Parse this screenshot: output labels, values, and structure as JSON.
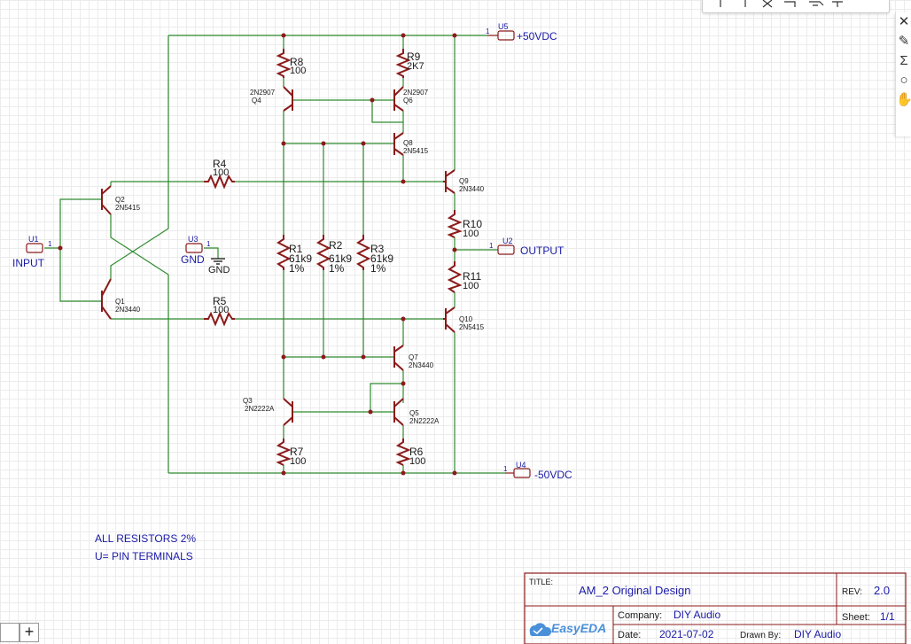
{
  "toolbar": {
    "icons": [
      "pointer-tool-icon",
      "wire-tool-icon",
      "x-tool-icon",
      "bus-tool-icon",
      "netlabel-tool-icon"
    ]
  },
  "side_tools": {
    "icons": [
      {
        "name": "close-tool-icon",
        "glyph": "✕"
      },
      {
        "name": "pen-tool-icon",
        "glyph": "✎"
      },
      {
        "name": "sigma-tool-icon",
        "glyph": "Σ"
      },
      {
        "name": "circle-tool-icon",
        "glyph": "○"
      },
      {
        "name": "hand-tool-icon",
        "glyph": "✋"
      }
    ]
  },
  "ports": {
    "u5": {
      "ref": "U5",
      "pin": "1",
      "net": "+50VDC"
    },
    "u4": {
      "ref": "U4",
      "pin": "1",
      "net": "-50VDC"
    },
    "u1": {
      "ref": "U1",
      "pin": "1",
      "net": "INPUT"
    },
    "u2": {
      "ref": "U2",
      "pin": "1",
      "net": "OUTPUT"
    },
    "u3": {
      "ref": "U3",
      "pin": "1",
      "net": "GND",
      "gnd": "GND"
    }
  },
  "resistors": {
    "r8": {
      "ref": "R8",
      "value": "100"
    },
    "r9": {
      "ref": "R9",
      "value": "2K7"
    },
    "r4": {
      "ref": "R4",
      "value": "100"
    },
    "r5": {
      "ref": "R5",
      "value": "100"
    },
    "r1": {
      "ref": "R1",
      "value": "61k9",
      "tol": "1%"
    },
    "r2": {
      "ref": "R2",
      "value": "61k9",
      "tol": "1%"
    },
    "r3": {
      "ref": "R3",
      "value": "61k9",
      "tol": "1%"
    },
    "r10": {
      "ref": "R10",
      "value": "100"
    },
    "r11": {
      "ref": "R11",
      "value": "100"
    },
    "r7": {
      "ref": "R7",
      "value": "100"
    },
    "r6": {
      "ref": "R6",
      "value": "100"
    }
  },
  "transistors": {
    "q4": {
      "ref": "Q4",
      "part": "2N2907"
    },
    "q6": {
      "ref": "Q6",
      "part": "2N2907"
    },
    "q8": {
      "ref": "Q8",
      "part": "2N5415"
    },
    "q9": {
      "ref": "Q9",
      "part": "2N3440"
    },
    "q2": {
      "ref": "Q2",
      "part": "2N5415"
    },
    "q1": {
      "ref": "Q1",
      "part": "2N3440"
    },
    "q10": {
      "ref": "Q10",
      "part": "2N5415"
    },
    "q7": {
      "ref": "Q7",
      "part": "2N3440"
    },
    "q3": {
      "ref": "Q3",
      "part": "2N2222A"
    },
    "q5": {
      "ref": "Q5",
      "part": "2N2222A"
    }
  },
  "notes": {
    "line1": "ALL RESISTORS 2%",
    "line2": "U= PIN TERMINALS"
  },
  "title_block": {
    "title_label": "TITLE:",
    "title": "AM_2 Original Design",
    "rev_label": "REV:",
    "rev": "2.0",
    "company_label": "Company:",
    "company": "DIY Audio",
    "sheet_label": "Sheet:",
    "sheet": "1/1",
    "date_label": "Date:",
    "date": "2021-07-02",
    "drawn_label": "Drawn By:",
    "drawn": "DIY Audio",
    "logo": "EasyEDA"
  },
  "zoom": {
    "minus": "",
    "plus": "+"
  },
  "colors": {
    "wire": "#2e8b2e",
    "device": "#8b1a1a",
    "text": "#1a1aa8",
    "junction": "#8b1a1a"
  }
}
